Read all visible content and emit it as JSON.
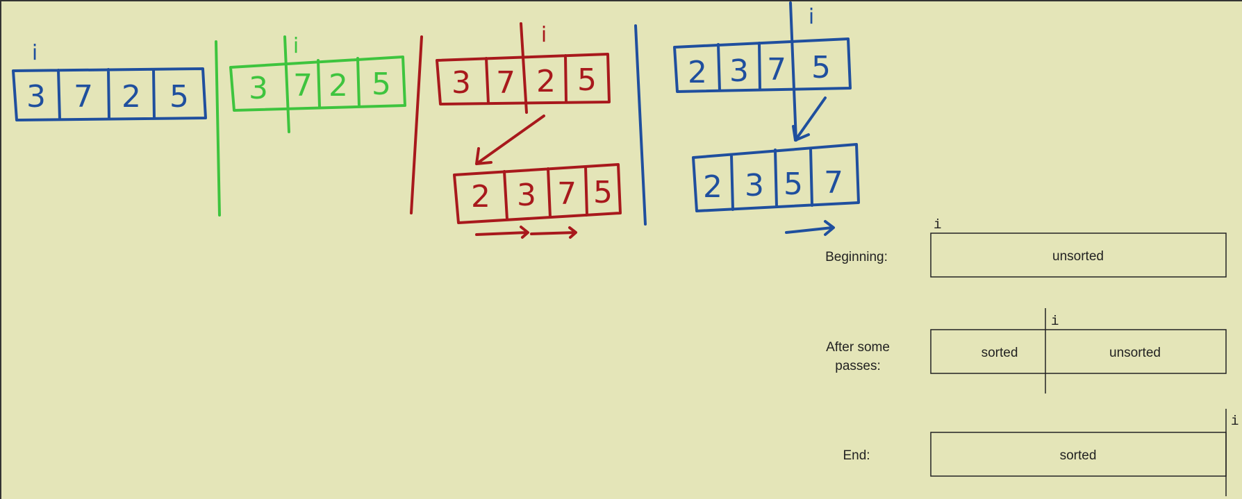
{
  "colors": {
    "blue": "#1f4f9e",
    "green": "#3ec43e",
    "red": "#a8191c",
    "ink": "#222222",
    "background": "#e4e5b8"
  },
  "sketch": {
    "pointer": "i",
    "step1": {
      "cells": [
        "3",
        "7",
        "2",
        "5"
      ]
    },
    "step2": {
      "cells": [
        "3",
        "7",
        "2",
        "5"
      ]
    },
    "step3": {
      "cells": [
        "3",
        "7",
        "2",
        "5"
      ],
      "result": [
        "2",
        "3",
        "7",
        "5"
      ]
    },
    "step4": {
      "cells": [
        "2",
        "3",
        "7",
        "5"
      ],
      "result": [
        "2",
        "3",
        "5",
        "7"
      ]
    }
  },
  "invariant": {
    "pointer": "i",
    "beginning": {
      "label": "Beginning:",
      "region": "unsorted"
    },
    "after_some": {
      "label_line1": "After some",
      "label_line2": "passes:",
      "left": "sorted",
      "right": "unsorted"
    },
    "end": {
      "label": "End:",
      "region": "sorted"
    }
  }
}
